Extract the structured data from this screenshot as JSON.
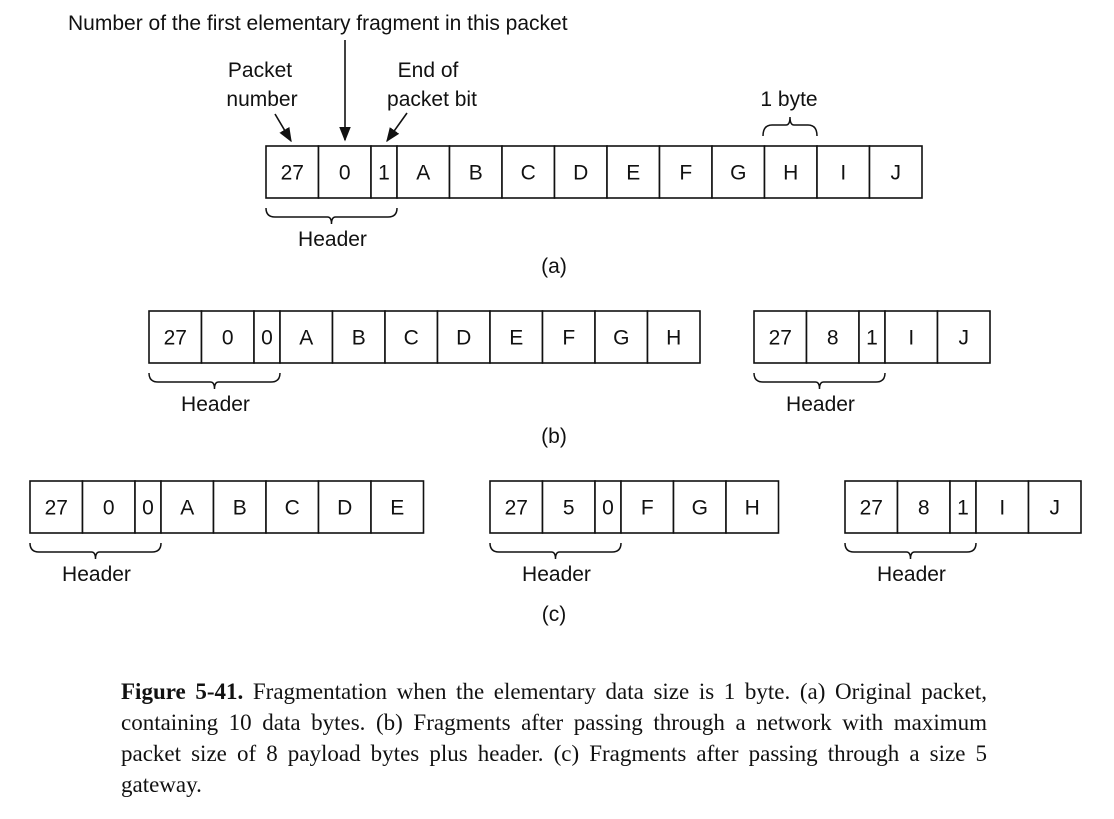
{
  "annotations": {
    "first_fragment": "Number of the first elementary fragment in this packet",
    "packet_number_l1": "Packet",
    "packet_number_l2": "number",
    "end_bit_l1": "End of",
    "end_bit_l2": "packet bit",
    "one_byte": "1 byte",
    "header": "Header"
  },
  "sublabels": {
    "a": "(a)",
    "b": "(b)",
    "c": "(c)"
  },
  "packets": {
    "a": [
      {
        "header": [
          "27",
          "0",
          "1"
        ],
        "data": [
          "A",
          "B",
          "C",
          "D",
          "E",
          "F",
          "G",
          "H",
          "I",
          "J"
        ]
      }
    ],
    "b": [
      {
        "header": [
          "27",
          "0",
          "0"
        ],
        "data": [
          "A",
          "B",
          "C",
          "D",
          "E",
          "F",
          "G",
          "H"
        ]
      },
      {
        "header": [
          "27",
          "8",
          "1"
        ],
        "data": [
          "I",
          "J"
        ]
      }
    ],
    "c": [
      {
        "header": [
          "27",
          "0",
          "0"
        ],
        "data": [
          "A",
          "B",
          "C",
          "D",
          "E"
        ]
      },
      {
        "header": [
          "27",
          "5",
          "0"
        ],
        "data": [
          "F",
          "G",
          "H"
        ]
      },
      {
        "header": [
          "27",
          "8",
          "1"
        ],
        "data": [
          "I",
          "J"
        ]
      }
    ]
  },
  "caption": {
    "label": "Figure 5-41.",
    "text": "Fragmentation when the elementary data size is 1 byte. (a) Original packet, containing 10 data bytes. (b) Fragments after passing through a network with maximum packet size of 8 payload bytes plus header. (c) Fragments after passing through a size 5 gateway."
  }
}
